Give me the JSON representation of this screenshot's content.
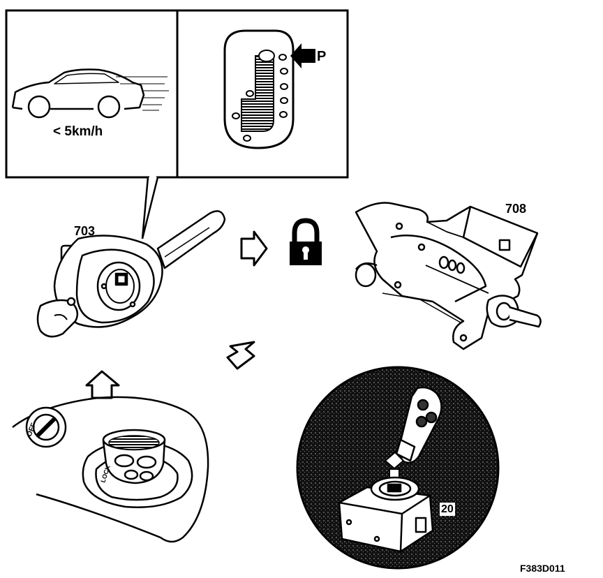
{
  "panels": {
    "speed_condition": "< 5km/h",
    "gear_position": "P"
  },
  "components": {
    "ignition_switch_module": "703",
    "steering_lock_actuator": "708",
    "ignition_switch_unit": "20"
  },
  "ignition_lock": {
    "off_label": "OFF",
    "lock_label": "LOCK"
  },
  "figure_id": "F383D011"
}
